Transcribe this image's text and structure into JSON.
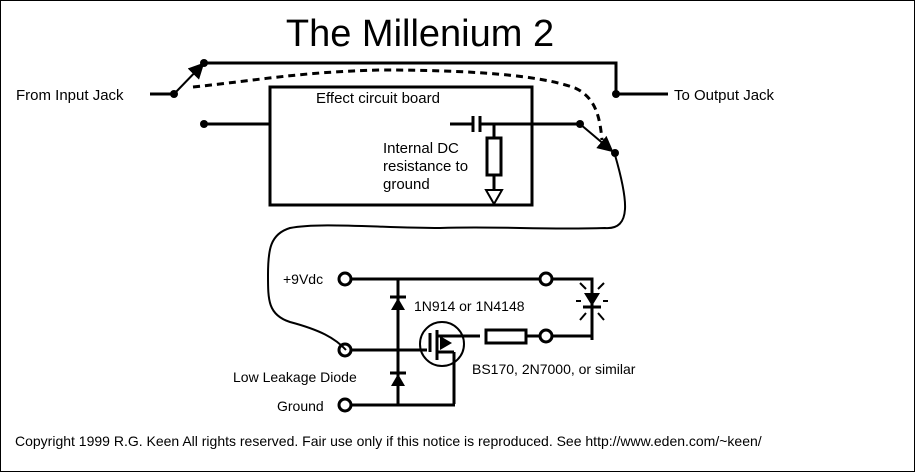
{
  "title": "The Millenium 2",
  "labels": {
    "input": "From Input Jack",
    "output": "To Output Jack",
    "board": "Effect circuit board",
    "internal_dc_1": "Internal DC",
    "internal_dc_2": "resistance to",
    "internal_dc_3": "ground",
    "supply": "+9Vdc",
    "ground": "Ground",
    "low_leakage": "Low Leakage Diode",
    "diode_part": "1N914 or 1N4148",
    "fet_part": "BS170, 2N7000, or similar"
  },
  "footer": "Copyright 1999 R.G. Keen All rights reserved. Fair use only if this notice is reproduced. See http://www.eden.com/~keen/"
}
